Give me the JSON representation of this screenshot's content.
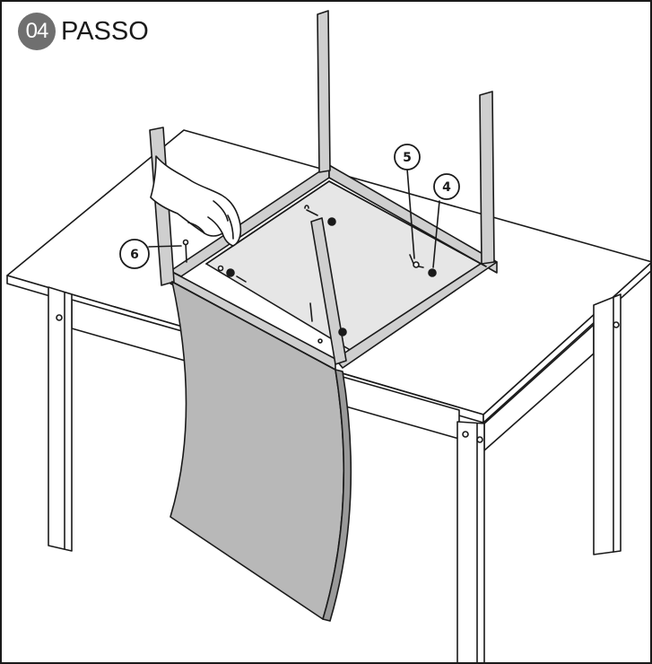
{
  "header": {
    "step_number": "04",
    "step_title": "PASSO"
  },
  "callouts": {
    "c4": "4",
    "c5": "5",
    "c6": "6"
  },
  "colors": {
    "line": "#1a1a1a",
    "frame_fill": "#cfcfcf",
    "seat_fill": "#e6e6e6",
    "back_fill": "#b8b8b8",
    "badge": "#6f6f6f"
  }
}
